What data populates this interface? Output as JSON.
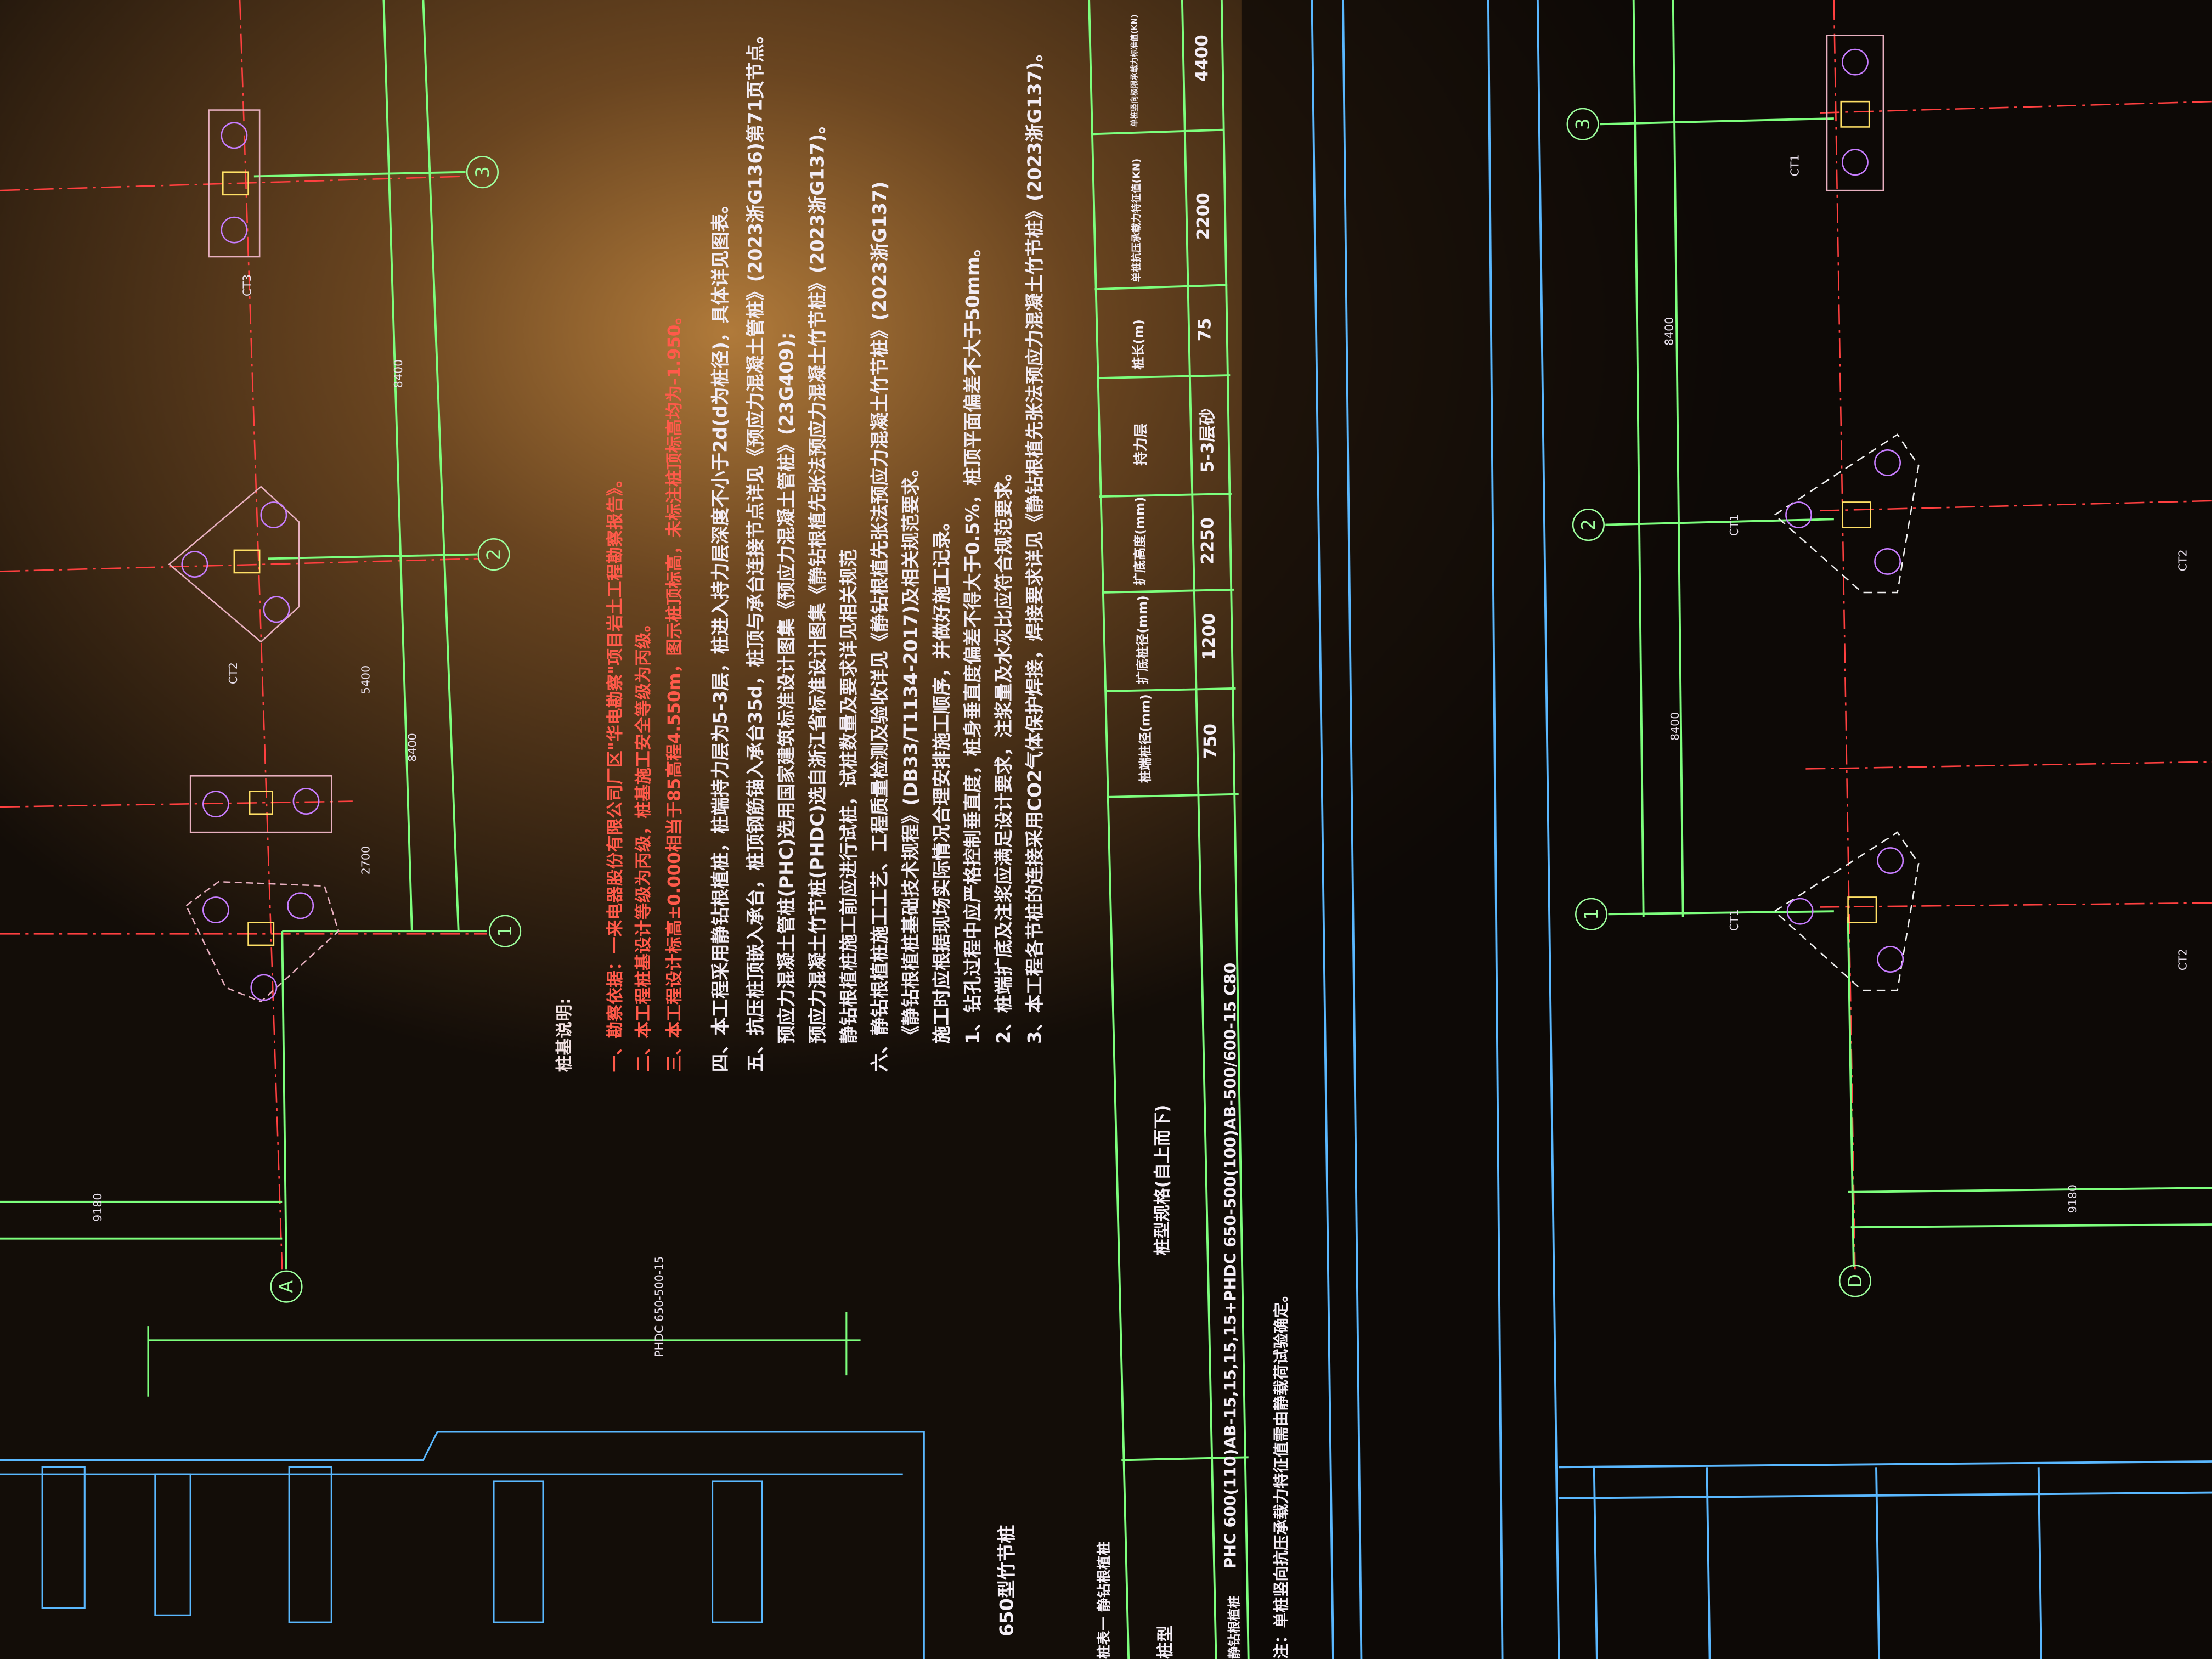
{
  "colors": {
    "background": "#120c07",
    "grid_green": "#7dff7d",
    "axis_red": "#ff4040",
    "blue": "#5ab8ff",
    "pile_purple": "#c77dff",
    "cap_yellow": "#ffe066",
    "text_white": "#f2ecf4",
    "text_red": "#ff5a4a"
  },
  "left_plan": {
    "axes": [
      "3",
      "2",
      "1",
      "A"
    ],
    "dims": [
      "8400",
      "8400",
      "5400",
      "2700",
      "9180"
    ],
    "cap_labels": [
      "CT3",
      "CT2"
    ]
  },
  "right_plan": {
    "axes": [
      "3",
      "2",
      "1",
      "D"
    ],
    "dims": [
      "8400",
      "8400",
      "9180"
    ],
    "cap_labels": [
      "CT1",
      "CT1",
      "CT1",
      "CT2",
      "CT2"
    ]
  },
  "notes": {
    "title": "桩基说明:",
    "red_lines": [
      "一、勘察依据：一来电器股份有限公司厂区\"华电勘察\"项目岩土工程勘察报告》。",
      "二、本工程桩基设计等级为丙级，桩基施工安全等级为丙级。",
      "三、本工程设计标高±0.000相当于85高程4.550m，图示桩顶标高，未标注桩顶标高均为-1.950。"
    ],
    "lines": [
      "四、本工程采用静钻根植桩，桩端持力层为5-3层，桩进入持力层深度不小于2d(d为桩径)，具体详见图表。",
      "五、抗压桩顶嵌入承台，桩顶钢筋锚入承台35d，桩顶与承台连接节点详见《预应力混凝土管桩》(2023浙G136)第71页节点。",
      "预应力混凝土管桩(PHC)选用国家建筑标准设计图集《预应力混凝土管桩》(23G409);",
      "预应力混凝土竹节桩(PHDC)选自浙江省标准设计图集《静钻根植先张法预应力混凝土竹节桩》(2023浙G137)。",
      "静钻根植桩施工前应进行试桩，试桩数量及要求详见相关规范",
      "六、静钻根植桩施工工艺、工程质量检测及验收详见《静钻根植先张法预应力混凝土竹节桩》(2023浙G137)",
      "《静钻根植桩基础技术规程》(DB33/T1134-2017)及相关规范要求。",
      "施工时应根据现场实际情况合理安排施工顺序，并做好施工记录。",
      "1、钻孔过程中应严格控制垂直度，桩身垂直度偏差不得大于0.5%，桩顶平面偏差不大于50mm。",
      "2、桩端扩底及注浆应满足设计要求，注浆量及水灰比应符合规范要求。",
      "3、本工程各节桩的连接采用CO2气体保护焊接，焊接要求详见《静钻根植先张法预应力混凝土竹节桩》(2023浙G137)。"
    ]
  },
  "pile_table": {
    "caption": "桩表一  静钻根植桩",
    "headers": [
      "桩型",
      "桩型规格(自上而下)",
      "桩端桩径(mm)",
      "扩底桩径(mm)",
      "扩底高度(mm)",
      "持力层",
      "桩长(m)",
      "单桩抗压承载力特征值(KN)",
      "单桩竖向极限承载力标准值(KN)"
    ],
    "row": [
      "静钻根植桩",
      "PHC 600(110)AB-15,15,15,15+PHDC 650-500(100)AB-500/600-15 C80",
      "750",
      "1200",
      "2250",
      "5-3层砂",
      "75",
      "2200",
      "4400"
    ],
    "note": "注：单桩竖向抗压承载力特征值需由静载荷试验确定。"
  },
  "detail": {
    "title": "650型竹节桩",
    "section_label": "PHDC 650-500-15"
  }
}
